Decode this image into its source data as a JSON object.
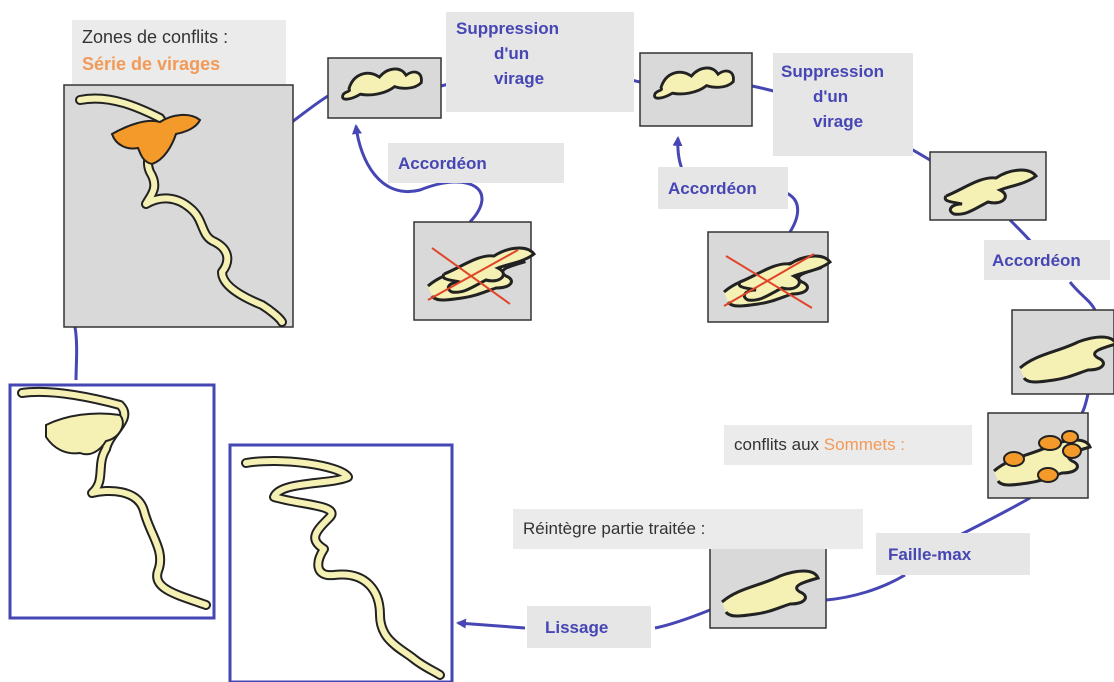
{
  "colors": {
    "arrow": "#4646b4",
    "road_fill": "#f5f0b4",
    "road_outline": "#222222",
    "conflict": "#f39a2a",
    "panel": "#d9d9d9",
    "label_bg": "#e6e6e6",
    "cross": "#e0452a",
    "accent_text": "#f29a58"
  },
  "intro": {
    "title": "Zones de conflits :",
    "subtitle": "Série de virages"
  },
  "steps": {
    "suppression": "Suppression",
    "d_un": "d'un",
    "virage": "virage",
    "accordeon": "Accordéon",
    "faille_max": "Faille-max",
    "lissage": "Lissage"
  },
  "sommets": {
    "prefix": "conflits aux",
    "highlight": "Sommets :"
  },
  "reintegre": "Réintègre partie traitée :"
}
